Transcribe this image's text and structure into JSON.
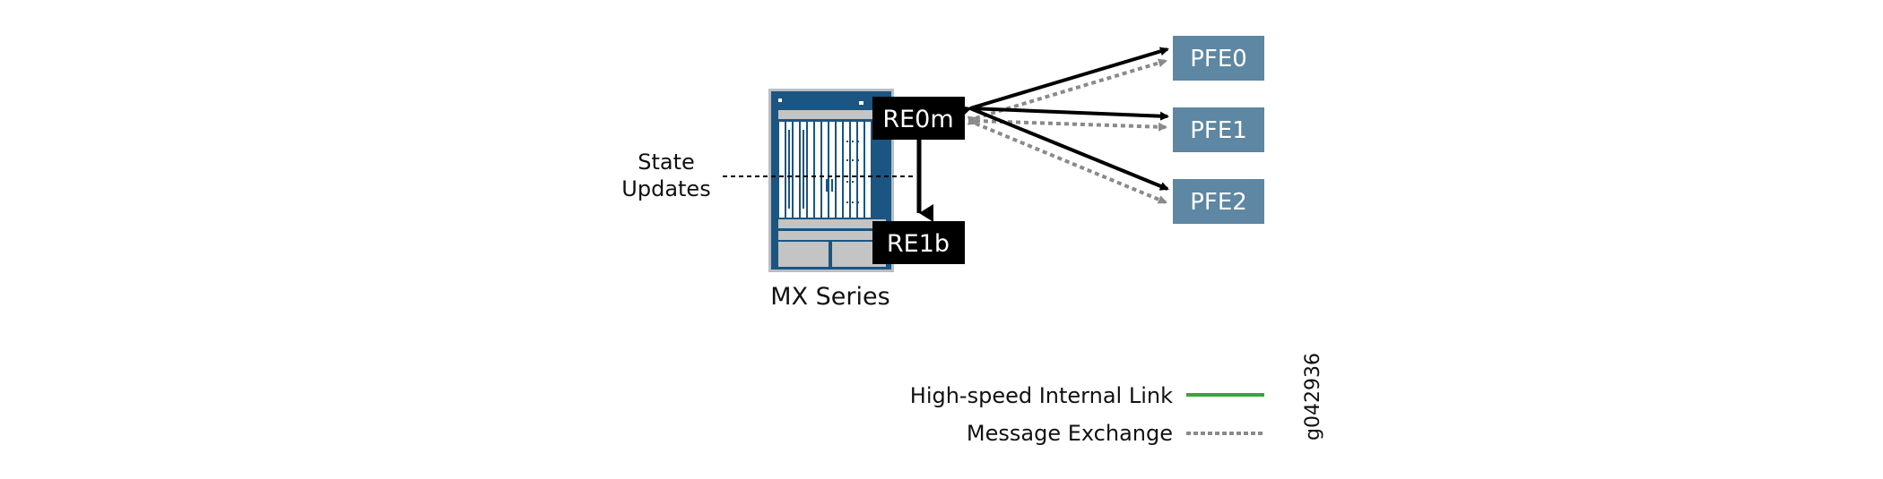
{
  "colors": {
    "chassis_blue": "#1b5581",
    "chassis_border": "#b8bec4",
    "panel_gray": "#c4c4c4",
    "re_box": "#000000",
    "pfe_box": "#5d87a2",
    "link_black": "#000000",
    "message_gray": "#8a8a8a",
    "legend_green": "#3aa43a"
  },
  "chassis": {
    "label": "MX Series"
  },
  "state_updates": {
    "line1": "State",
    "line2": "Updates"
  },
  "routing_engines": [
    {
      "id": "re0m",
      "label": "RE0m"
    },
    {
      "id": "re1b",
      "label": "RE1b"
    }
  ],
  "pfes": [
    {
      "id": "pfe0",
      "label": "PFE0"
    },
    {
      "id": "pfe1",
      "label": "PFE1"
    },
    {
      "id": "pfe2",
      "label": "PFE2"
    }
  ],
  "legend": {
    "items": [
      {
        "label": "High-speed Internal Link",
        "style": "solid-green"
      },
      {
        "label": "Message Exchange",
        "style": "dotted-gray"
      }
    ]
  },
  "figure_id": "g042936"
}
